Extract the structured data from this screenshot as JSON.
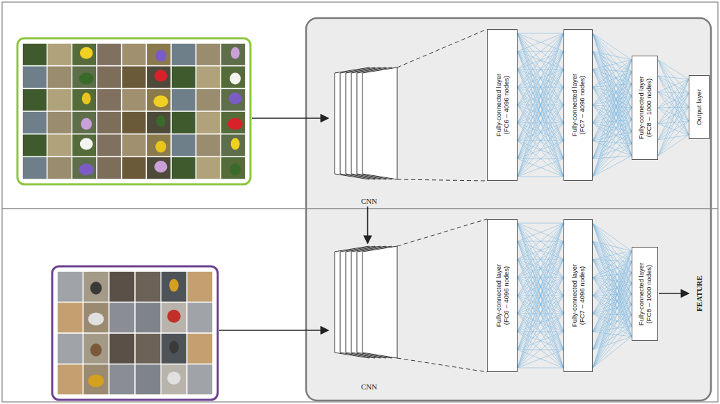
{
  "diagram": {
    "nodes": [
      {
        "text": [
          "CNN"
        ]
      },
      {
        "text": [
          "Fully-connected layer (FC6 – 4096 nodes)"
        ]
      },
      {
        "text": [
          "Fully-connected layer (FC7 – 4096 nodes)"
        ]
      },
      {
        "text": [
          "Fully-connected layer (FC8 – 1000 nodes)"
        ]
      },
      {
        "text": [
          "Output layer"
        ]
      },
      {
        "text": [
          "CNN"
        ]
      },
      {
        "text": [
          "Fully-connected layer (FC6 – 4096 nodes)"
        ]
      },
      {
        "text": [
          "Fully-connected layer (FC7 – 4096 nodes)"
        ]
      },
      {
        "text": [
          "Fully-connected layer (FC8 – 1000 nodes)"
        ]
      }
    ],
    "edges": [
      {
        "from": 0,
        "to": 1,
        "arrow": "none"
      },
      {
        "from": 1,
        "to": 2,
        "arrow": "none"
      },
      {
        "from": 2,
        "to": 3,
        "arrow": "none"
      },
      {
        "from": 3,
        "to": 4,
        "arrow": "none"
      },
      {
        "from": 0,
        "to": 5,
        "arrow": "to"
      },
      {
        "from": 5,
        "to": 6,
        "arrow": "none"
      },
      {
        "from": 6,
        "to": 7,
        "arrow": "none"
      },
      {
        "from": 7,
        "to": 8,
        "arrow": "none"
      }
    ],
    "labels": [
      "FEATURE"
    ]
  }
}
